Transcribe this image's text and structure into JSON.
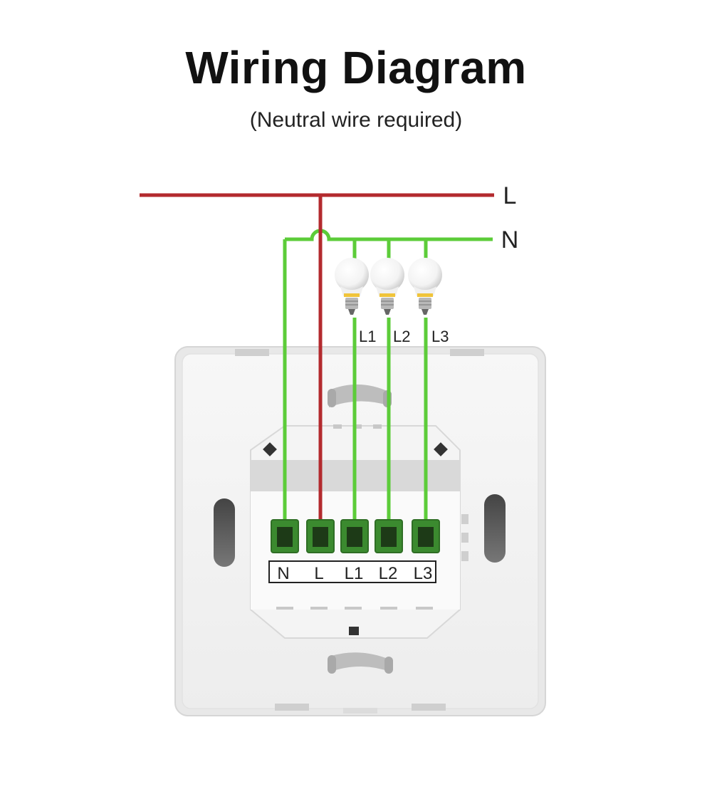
{
  "header": {
    "title": "Wiring Diagram",
    "subtitle": "(Neutral wire required)"
  },
  "supply": {
    "live_label": "L",
    "neutral_label": "N",
    "live_color": "#b32a2e",
    "neutral_color": "#5ccc39"
  },
  "loads": [
    {
      "label": "L1"
    },
    {
      "label": "L2"
    },
    {
      "label": "L3"
    }
  ],
  "terminals": [
    {
      "label": "N"
    },
    {
      "label": "L"
    },
    {
      "label": "L1"
    },
    {
      "label": "L2"
    },
    {
      "label": "L3"
    }
  ]
}
